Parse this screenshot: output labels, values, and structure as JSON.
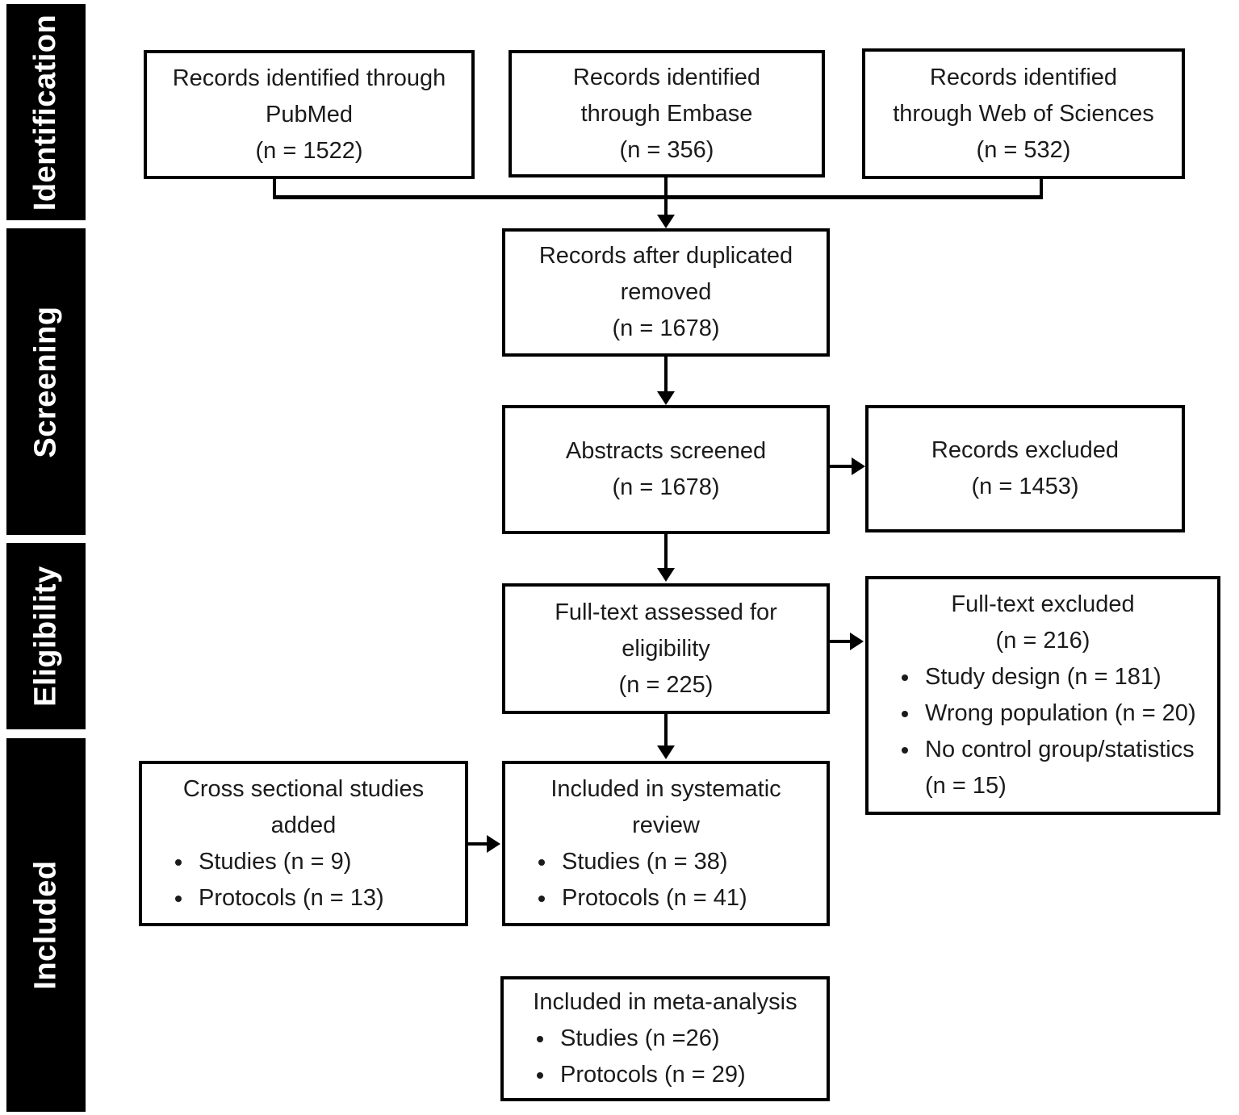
{
  "sidebar": {
    "bar_color": "#000000",
    "text_color": "#ffffff",
    "sections": [
      {
        "label": "Identification"
      },
      {
        "label": "Screening"
      },
      {
        "label": "Eligibility"
      },
      {
        "label": "Included"
      }
    ]
  },
  "boxes": {
    "pubmed": {
      "lines": [
        "Records identified through",
        "PubMed",
        "(n = 1522)"
      ]
    },
    "embase": {
      "lines": [
        "Records identified",
        "through Embase",
        "(n = 356)"
      ]
    },
    "wos": {
      "lines": [
        "Records identified",
        "through Web of Sciences",
        "(n = 532)"
      ]
    },
    "dedup": {
      "lines": [
        "Records after duplicated",
        "removed",
        "(n = 1678)"
      ]
    },
    "abstracts": {
      "lines": [
        "Abstracts screened",
        "(n = 1678)"
      ]
    },
    "records_excluded": {
      "lines": [
        "Records excluded",
        "(n = 1453)"
      ]
    },
    "fulltext": {
      "lines": [
        "Full-text assessed for",
        "eligibility",
        "(n = 225)"
      ]
    },
    "fulltext_excluded": {
      "title_lines": [
        "Full-text excluded",
        "(n = 216)"
      ],
      "bullets": [
        "Study design (n = 181)",
        "Wrong population (n = 20)",
        "No control group/statistics (n = 15)"
      ]
    },
    "cross_sectional": {
      "title_lines": [
        "Cross sectional studies",
        "added"
      ],
      "bullets": [
        "Studies (n = 9)",
        "Protocols (n = 13)"
      ]
    },
    "systematic": {
      "title_lines": [
        "Included in systematic",
        "review"
      ],
      "bullets": [
        "Studies (n = 38)",
        "Protocols (n = 41)"
      ]
    },
    "meta": {
      "title_lines": [
        "Included in meta-analysis"
      ],
      "bullets": [
        "Studies (n =26)",
        "Protocols (n = 29)"
      ]
    }
  }
}
